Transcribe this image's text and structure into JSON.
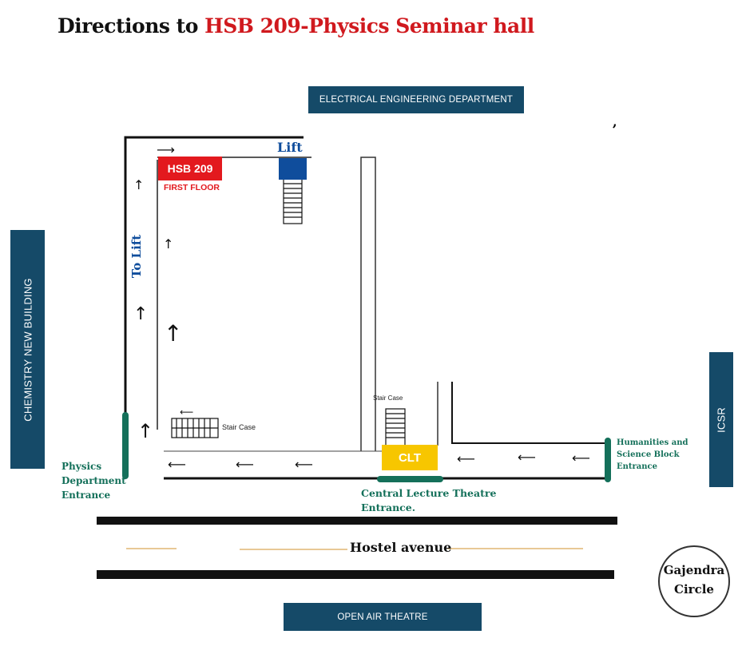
{
  "title": {
    "prefix": "Directions to ",
    "highlight": "HSB 209-Physics Seminar hall"
  },
  "buildings": {
    "electrical": "ELECTRICAL ENGINEERING DEPARTMENT",
    "chemistry": "CHEMISTRY NEW BUILDING",
    "icsr": "ICSR",
    "open_air": "OPEN AIR  THEATRE"
  },
  "destination": {
    "room": "HSB 209",
    "floor": "FIRST FLOOR"
  },
  "lift": "Lift",
  "to_lift": "To Lift",
  "stair_case_left": "Stair Case",
  "stair_case_clt": "Stair Case",
  "clt": "CLT",
  "entrances": {
    "physics": [
      "Physics",
      "Department",
      "Entrance"
    ],
    "clt": [
      "Central Lecture Theatre",
      "Entrance."
    ],
    "hss": [
      "Humanities and",
      "Science Block",
      "Entrance"
    ]
  },
  "road": "Hostel avenue",
  "circle": [
    "Gajendra",
    "Circle"
  ],
  "stray_mark": ",",
  "colors": {
    "building": "#154a68",
    "highlight": "#d0191e",
    "entrance": "#14705a",
    "clt": "#f7c600",
    "lift": "#0f4d9c"
  }
}
